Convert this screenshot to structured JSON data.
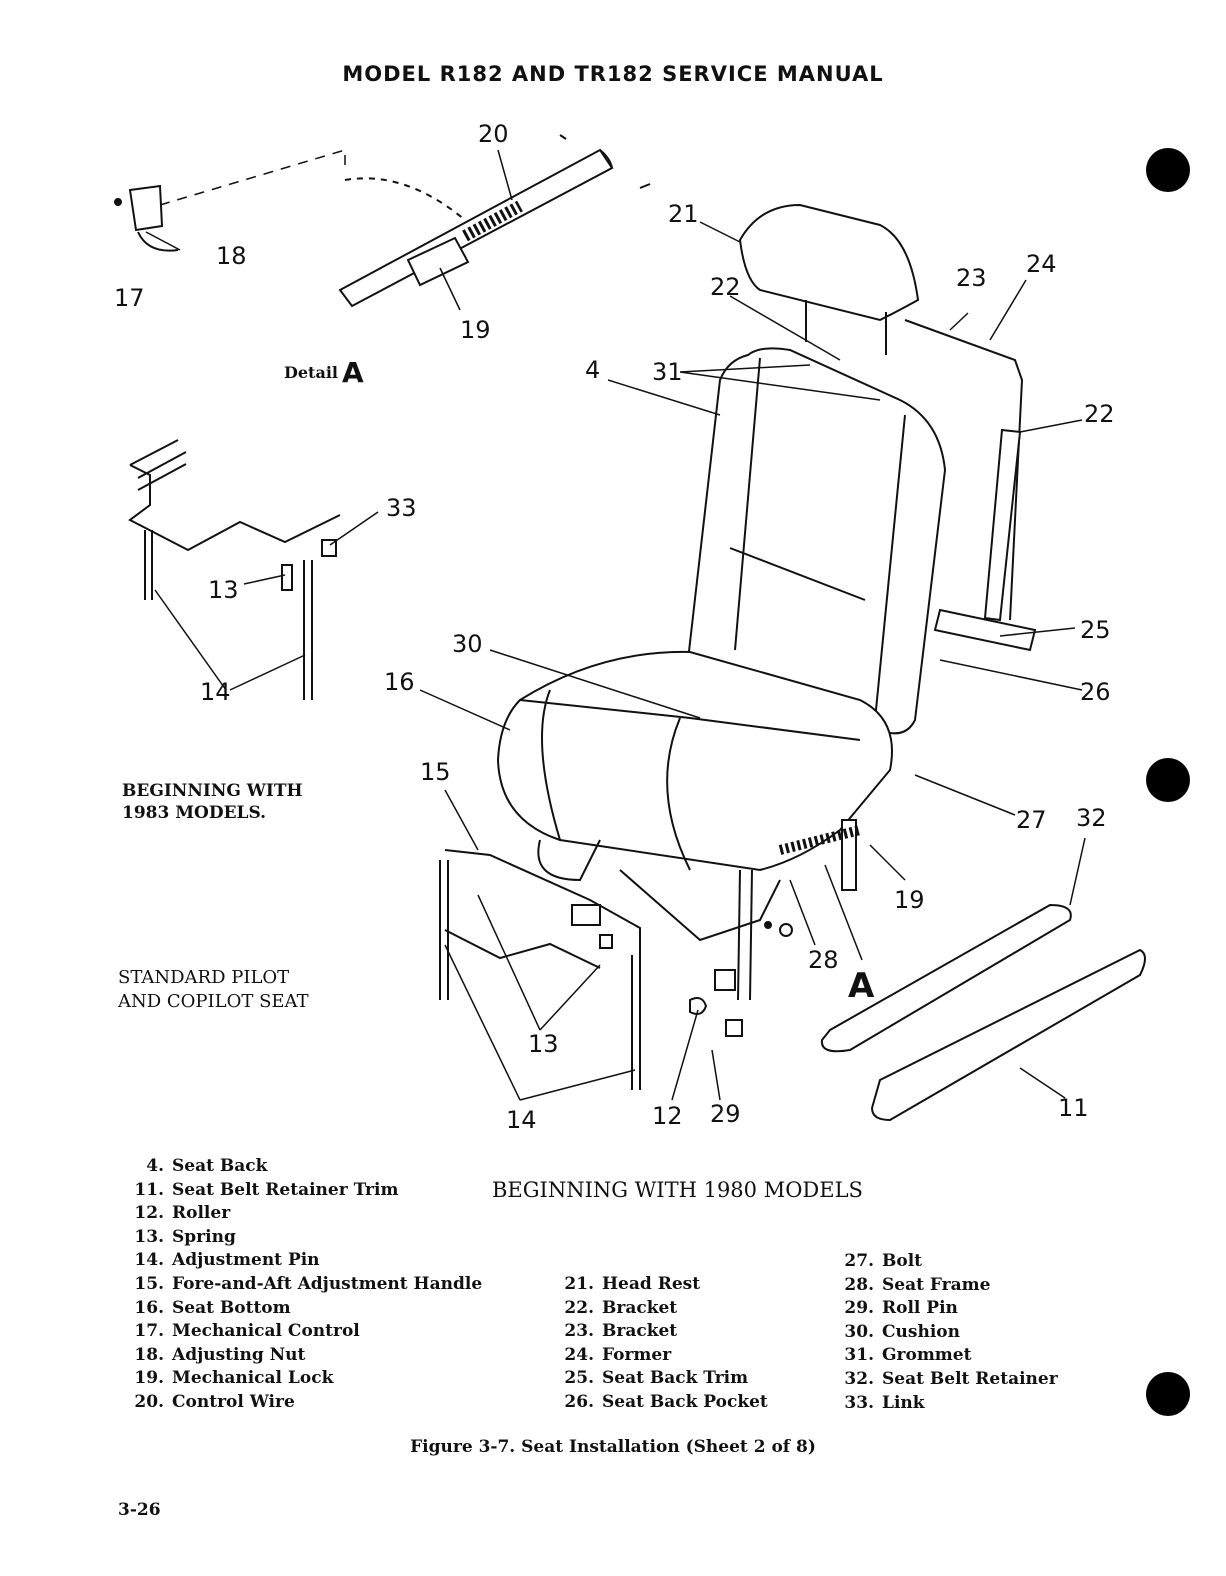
{
  "header": {
    "title": "MODEL R182 AND TR182 SERVICE MANUAL"
  },
  "figure": {
    "detail_label": "Detail",
    "detail_letter": "A",
    "view_letter": "A",
    "note_1983": [
      "BEGINNING WITH",
      "1983 MODELS."
    ],
    "note_standard": [
      "STANDARD PILOT",
      "AND COPILOT SEAT"
    ],
    "center_title": "BEGINNING WITH 1980 MODELS",
    "callouts": [
      "20",
      "21",
      "22",
      "23",
      "24",
      "22",
      "4",
      "31",
      "17",
      "18",
      "19",
      "33",
      "13",
      "25",
      "26",
      "30",
      "16",
      "14",
      "15",
      "27",
      "32",
      "19",
      "28",
      "13",
      "12",
      "29",
      "14",
      "11"
    ]
  },
  "legend": {
    "col1": [
      {
        "num": "4.",
        "label": "Seat Back"
      },
      {
        "num": "11.",
        "label": "Seat Belt Retainer Trim"
      },
      {
        "num": "12.",
        "label": "Roller"
      },
      {
        "num": "13.",
        "label": "Spring"
      },
      {
        "num": "14.",
        "label": "Adjustment Pin"
      },
      {
        "num": "15.",
        "label": "Fore-and-Aft Adjustment Handle"
      },
      {
        "num": "16.",
        "label": "Seat Bottom"
      },
      {
        "num": "17.",
        "label": "Mechanical Control"
      },
      {
        "num": "18.",
        "label": "Adjusting Nut"
      },
      {
        "num": "19.",
        "label": "Mechanical Lock"
      },
      {
        "num": "20.",
        "label": "Control Wire"
      }
    ],
    "col2": [
      {
        "num": "21.",
        "label": "Head Rest"
      },
      {
        "num": "22.",
        "label": "Bracket"
      },
      {
        "num": "23.",
        "label": "Bracket"
      },
      {
        "num": "24.",
        "label": "Former"
      },
      {
        "num": "25.",
        "label": "Seat Back Trim"
      },
      {
        "num": "26.",
        "label": "Seat Back Pocket"
      }
    ],
    "col3": [
      {
        "num": "27.",
        "label": "Bolt"
      },
      {
        "num": "28.",
        "label": "Seat Frame"
      },
      {
        "num": "29.",
        "label": "Roll Pin"
      },
      {
        "num": "30.",
        "label": "Cushion"
      },
      {
        "num": "31.",
        "label": "Grommet"
      },
      {
        "num": "32.",
        "label": "Seat Belt Retainer"
      },
      {
        "num": "33.",
        "label": "Link"
      }
    ]
  },
  "caption": "Figure 3-7. Seat Installation (Sheet 2 of 8)",
  "page_number": "3-26"
}
